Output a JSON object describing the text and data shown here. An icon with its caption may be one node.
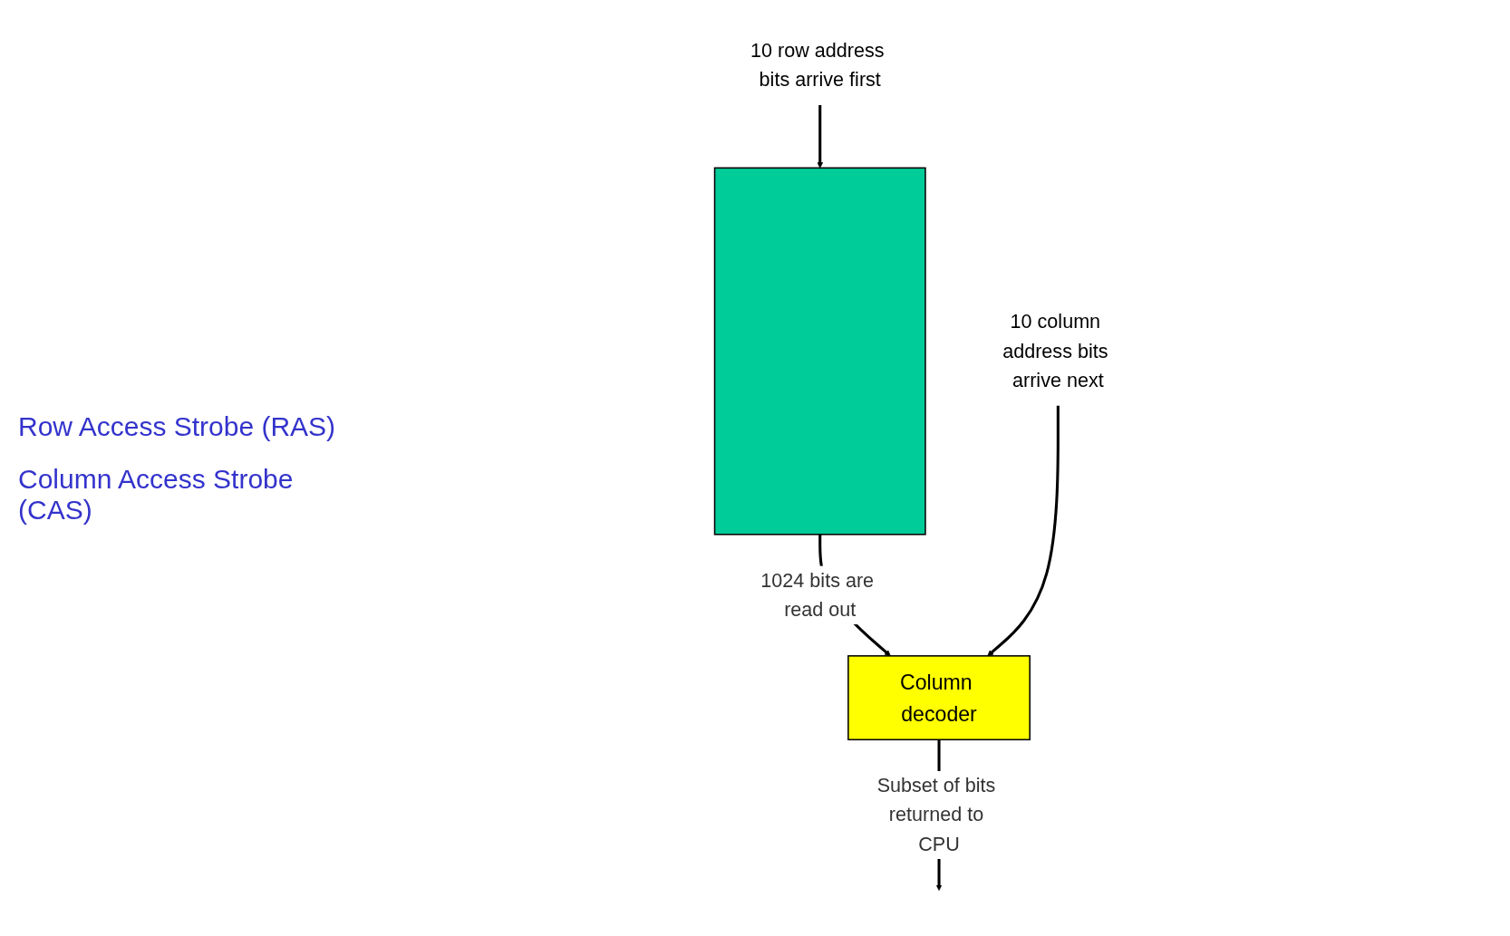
{
  "diagram": {
    "nodes": [
      {
        "text": [],
        "shape": "box"
      },
      {
        "text": [
          "Column decoder"
        ]
      },
      {
        "text": [
          "10 row address bits arrive first"
        ]
      },
      {
        "text": [
          "10 column address bits arrive next"
        ]
      }
    ],
    "edges": [
      {
        "from": 2,
        "to": 0,
        "arrow": "to"
      },
      {
        "from": 0,
        "to": 1,
        "arrow": "to",
        "label": "1024 bits are read out"
      },
      {
        "from": 3,
        "to": 1,
        "arrow": "to"
      },
      {
        "from": 1,
        "to": null,
        "arrow": "to",
        "label": "Subset of bits returned to CPU"
      }
    ],
    "labels": [
      "Row Access Strobe (RAS)",
      "Column Access Strobe (CAS)"
    ]
  }
}
